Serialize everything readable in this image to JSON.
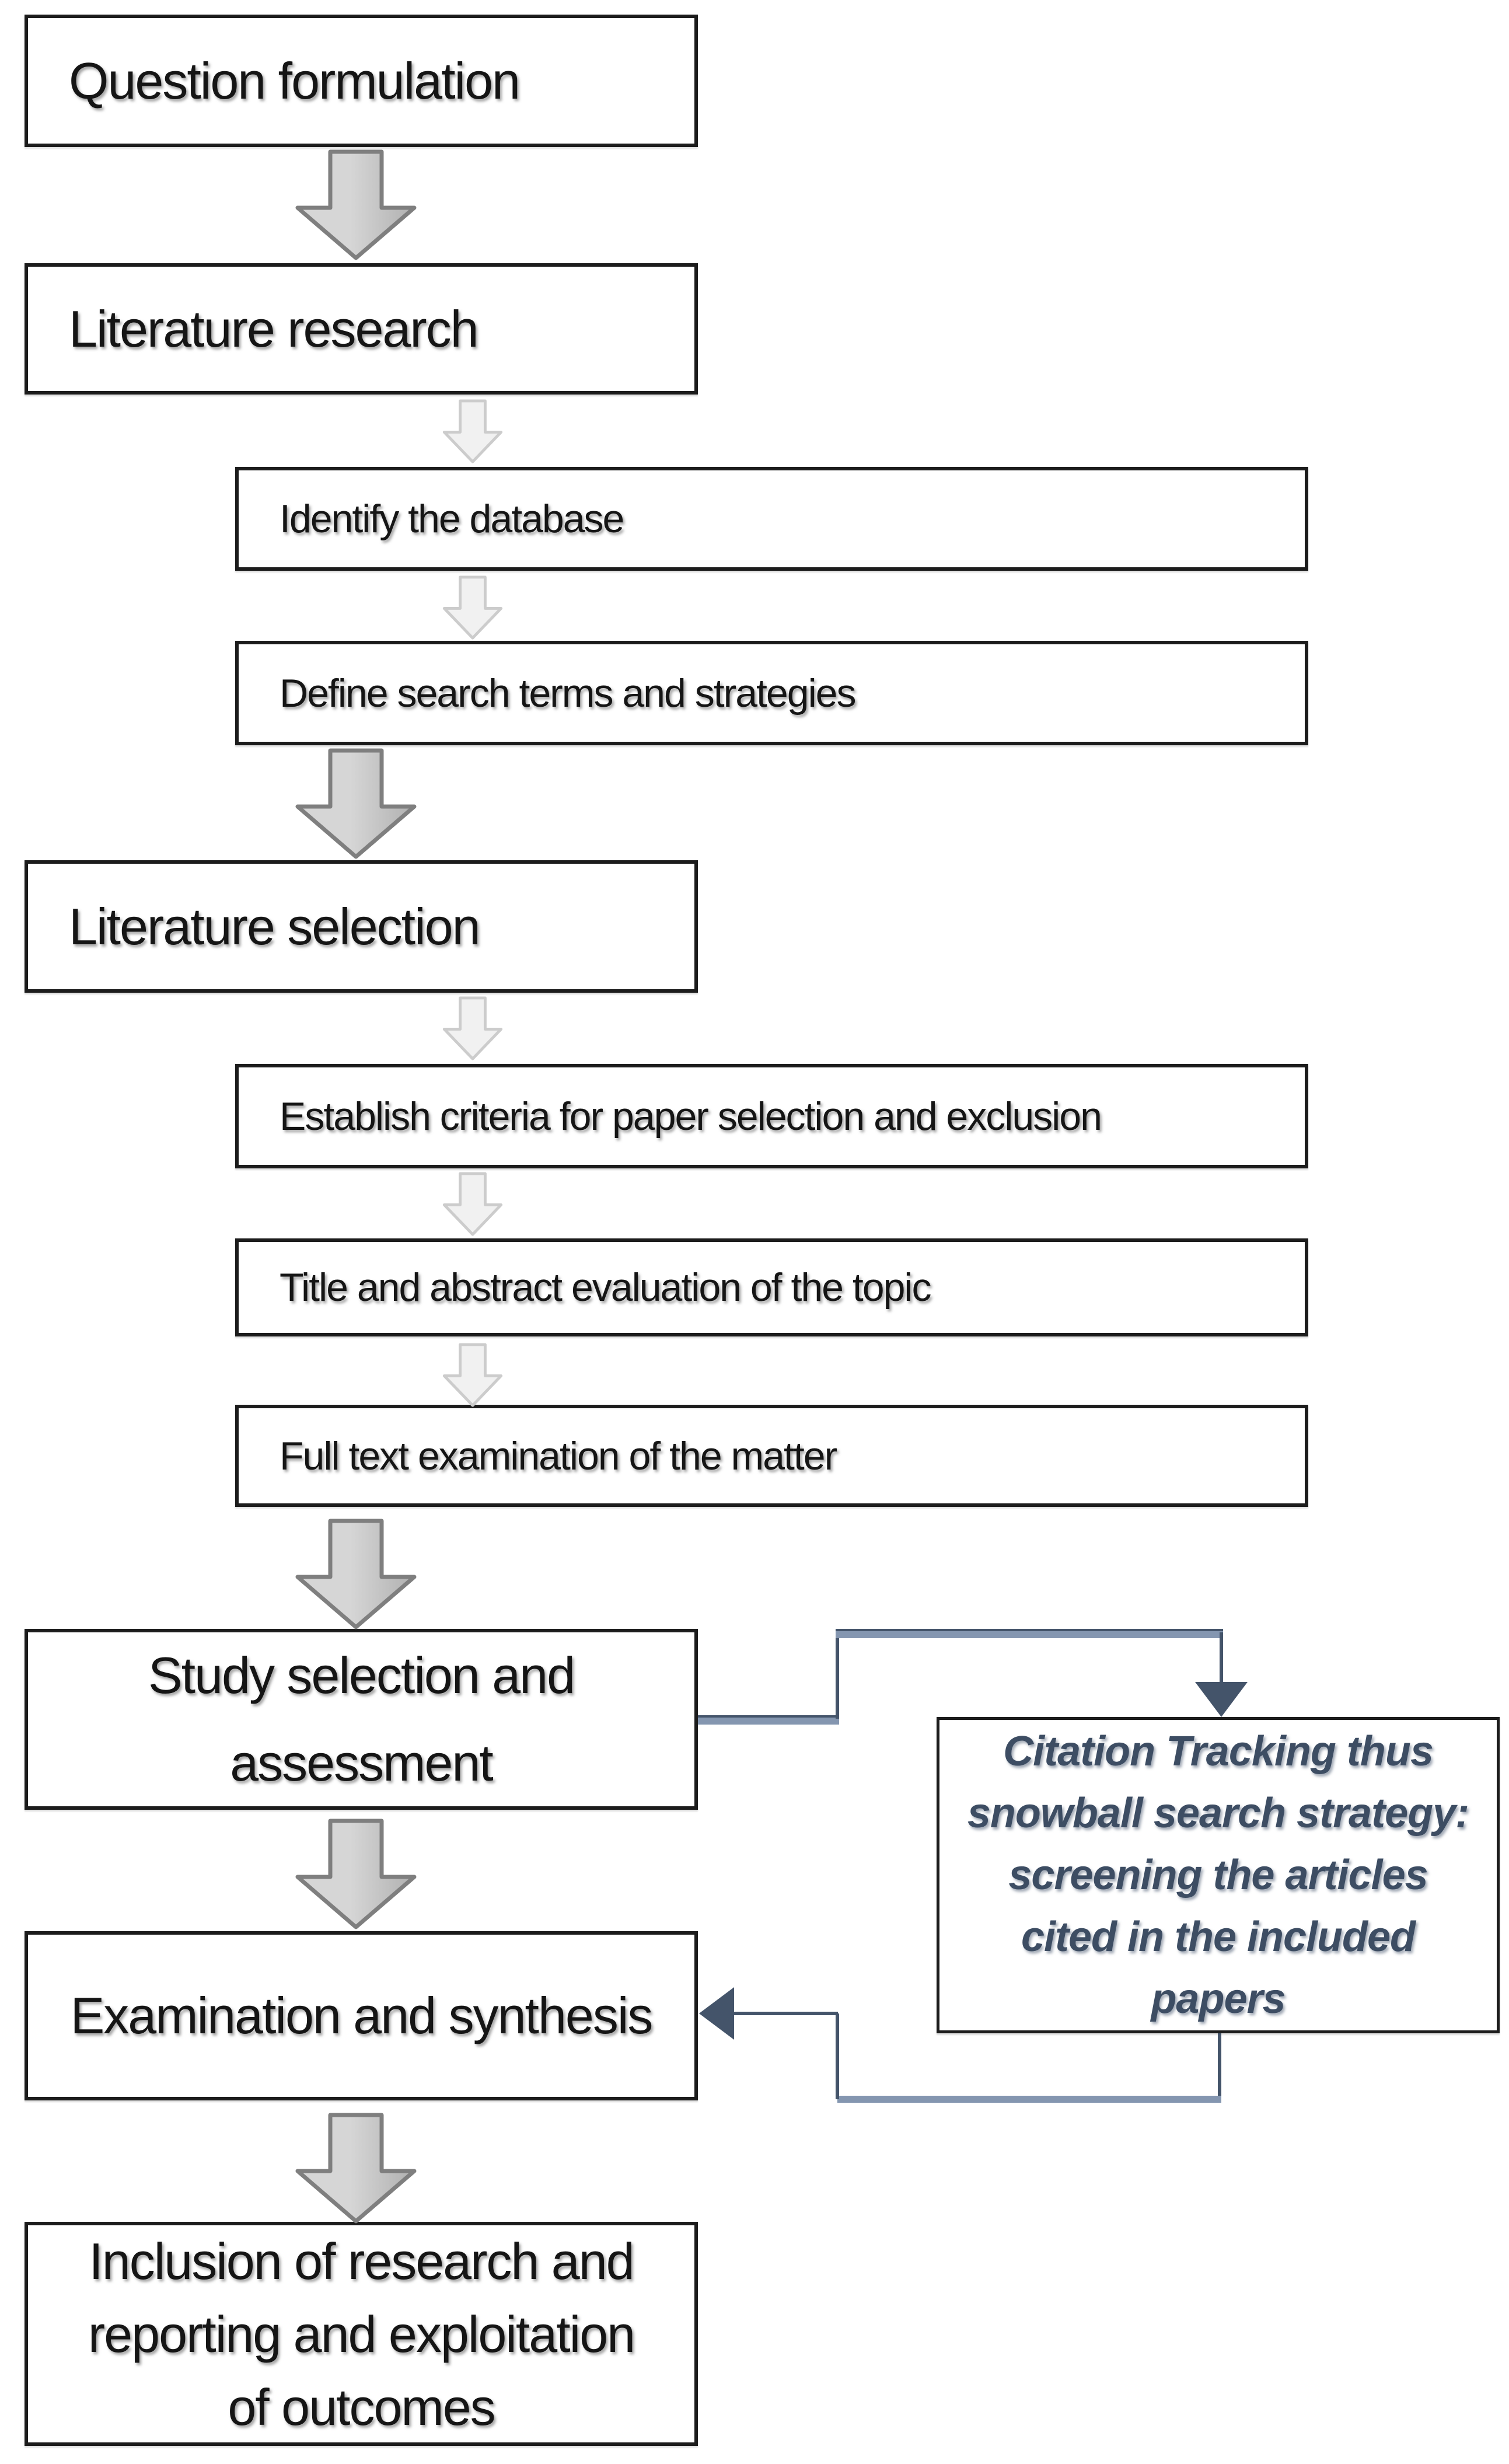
{
  "figure": {
    "title": "Systematic literature review process flowchart",
    "nodes": {
      "question_formulation": {
        "label": "Question formulation"
      },
      "literature_research": {
        "label": "Literature research"
      },
      "identify_database": {
        "label": "Identify the database"
      },
      "define_search": {
        "label": "Define search terms and strategies"
      },
      "literature_selection": {
        "label": "Literature selection"
      },
      "establish_criteria": {
        "label": "Establish criteria for paper selection and exclusion"
      },
      "title_abstract": {
        "label": "Title and abstract evaluation of the topic"
      },
      "full_text": {
        "label": "Full text examination of the matter"
      },
      "study_selection": {
        "label": "Study selection and assessment",
        "lines": [
          "Study selection and",
          "assessment"
        ]
      },
      "examination_synthesis": {
        "label": "Examination and synthesis"
      },
      "inclusion_outcomes": {
        "label": "Inclusion of research and reporting and exploitation of outcomes",
        "lines": [
          "Inclusion of research and",
          "reporting and exploitation",
          "of outcomes"
        ]
      },
      "citation_tracking": {
        "label": "Citation Tracking thus snowball search strategy: screening the articles cited in the included papers",
        "lines": [
          "Citation Tracking thus",
          "snowball search strategy:",
          "screening the articles",
          "cited in the included",
          "papers"
        ]
      }
    },
    "colors": {
      "page_bg": "#ffffff",
      "box_border": "#1c1c1c",
      "label_text": "#151515",
      "big_arrow_fill": "#b0b0b0",
      "big_arrow_fill_light": "#d6d6d6",
      "big_arrow_stroke": "#7f7f7f",
      "small_arrow_fill": "#f1f1f1",
      "small_arrow_stroke": "#cccccc",
      "connector_dark": "#44546a",
      "connector_light": "#8496b0",
      "citation_text": "#3d4d63"
    }
  }
}
